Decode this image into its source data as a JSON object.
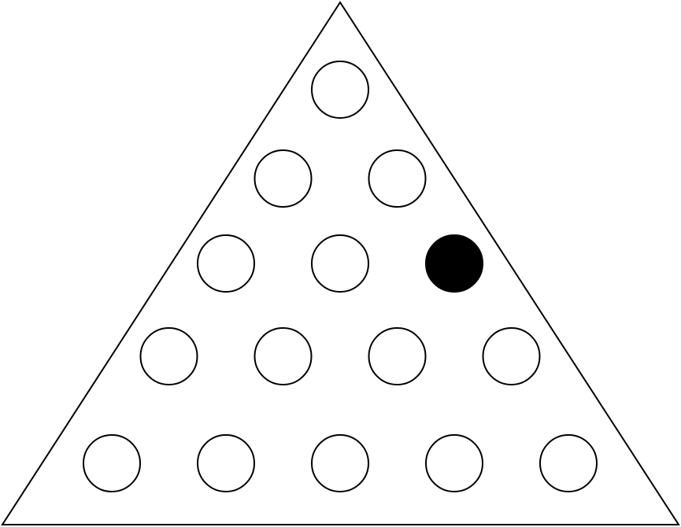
{
  "board": {
    "type": "triangular-peg-solitaire",
    "rows": [
      [
        {
          "row": 1,
          "col": 1,
          "filled": false
        }
      ],
      [
        {
          "row": 2,
          "col": 1,
          "filled": false
        },
        {
          "row": 2,
          "col": 2,
          "filled": false
        }
      ],
      [
        {
          "row": 3,
          "col": 1,
          "filled": false
        },
        {
          "row": 3,
          "col": 2,
          "filled": false
        },
        {
          "row": 3,
          "col": 3,
          "filled": true
        }
      ],
      [
        {
          "row": 4,
          "col": 1,
          "filled": false
        },
        {
          "row": 4,
          "col": 2,
          "filled": false
        },
        {
          "row": 4,
          "col": 3,
          "filled": false
        },
        {
          "row": 4,
          "col": 4,
          "filled": false
        }
      ],
      [
        {
          "row": 5,
          "col": 1,
          "filled": false
        },
        {
          "row": 5,
          "col": 2,
          "filled": false
        },
        {
          "row": 5,
          "col": 3,
          "filled": false
        },
        {
          "row": 5,
          "col": 4,
          "filled": false
        },
        {
          "row": 5,
          "col": 5,
          "filled": false
        }
      ]
    ]
  },
  "colors": {
    "background": "#ffffff",
    "outline": "#000000",
    "empty_hole": "#ffffff",
    "filled_peg": "#000000"
  }
}
